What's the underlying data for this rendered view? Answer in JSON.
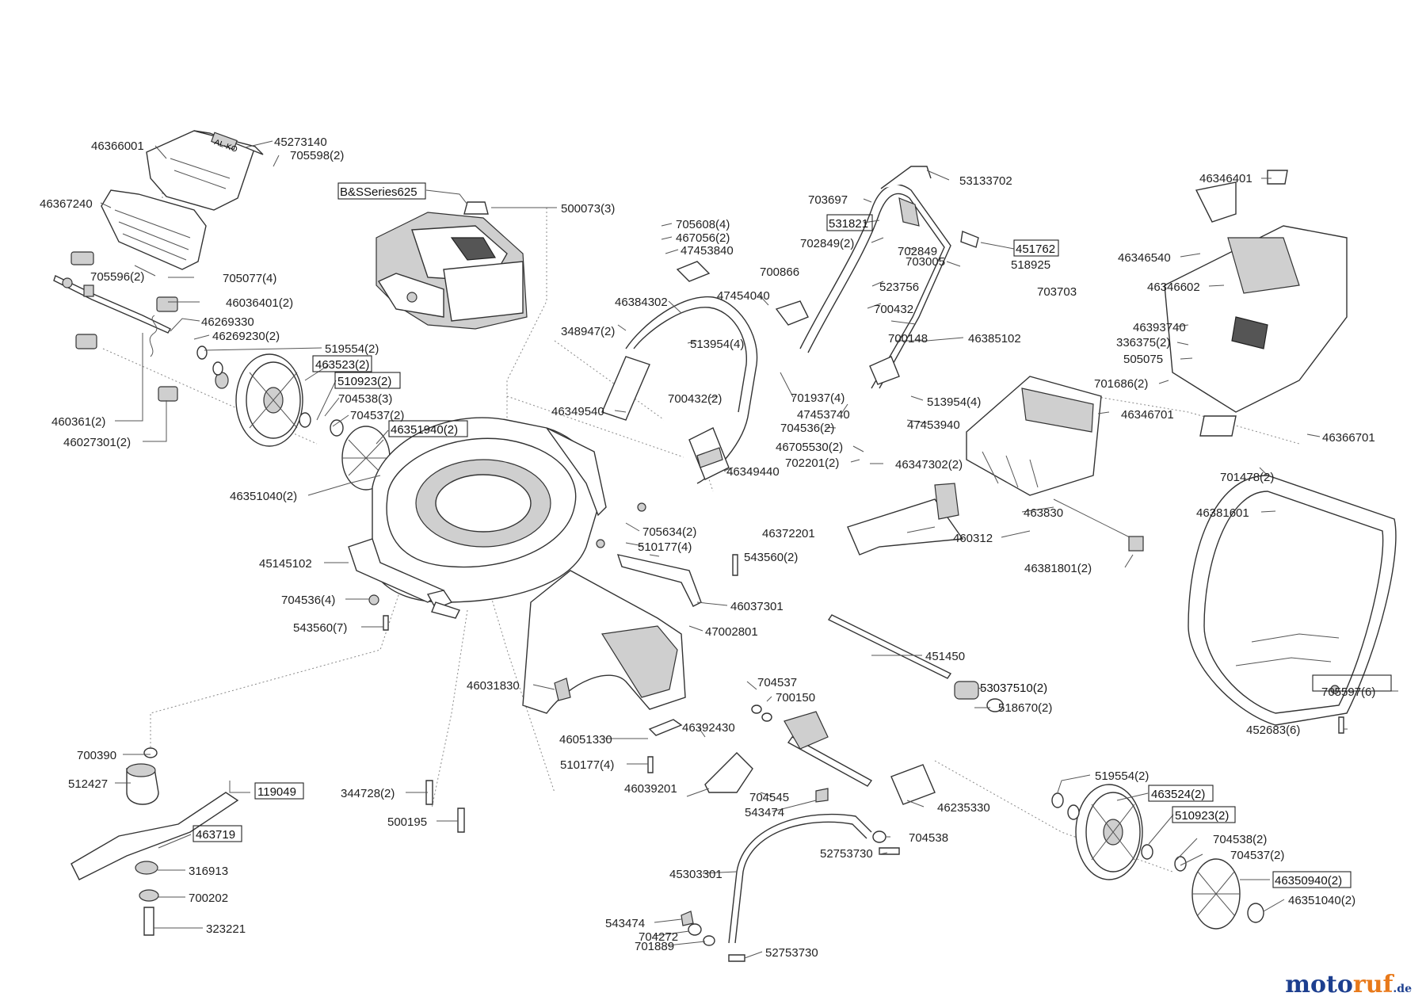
{
  "diagram": {
    "labels": [
      {
        "id": "l1",
        "text": "46366001"
      },
      {
        "id": "l2",
        "text": "45273140"
      },
      {
        "id": "l3",
        "text": "705598(2)"
      },
      {
        "id": "l4",
        "text": "46367240"
      },
      {
        "id": "l5",
        "text": "705596(2)"
      },
      {
        "id": "l6",
        "text": "705077(4)"
      },
      {
        "id": "l7",
        "text": "46036401(2)"
      },
      {
        "id": "l8",
        "text": "46269330"
      },
      {
        "id": "l9",
        "text": "46269230(2)"
      },
      {
        "id": "l10",
        "text": "519554(2)"
      },
      {
        "id": "l11",
        "text": "463523(2)"
      },
      {
        "id": "l12",
        "text": "510923(2)"
      },
      {
        "id": "l13",
        "text": "704538(3)"
      },
      {
        "id": "l14",
        "text": "704537(2)"
      },
      {
        "id": "l15",
        "text": "46351940(2)"
      },
      {
        "id": "l16",
        "text": "460361(2)"
      },
      {
        "id": "l17",
        "text": "46027301(2)"
      },
      {
        "id": "l18",
        "text": "46351040(2)"
      },
      {
        "id": "l19",
        "text": "45145102"
      },
      {
        "id": "l20",
        "text": "704536(4)"
      },
      {
        "id": "l21",
        "text": "543560(7)"
      },
      {
        "id": "l22",
        "text": "B&SSeries625"
      },
      {
        "id": "l23",
        "text": "500073(3)"
      },
      {
        "id": "l24",
        "text": "705608(4)"
      },
      {
        "id": "l25",
        "text": "467056(2)"
      },
      {
        "id": "l26",
        "text": "47453840"
      },
      {
        "id": "l27",
        "text": "46384302"
      },
      {
        "id": "l28",
        "text": "348947(2)"
      },
      {
        "id": "l29",
        "text": "513954(4)"
      },
      {
        "id": "l30",
        "text": "700432(2)"
      },
      {
        "id": "l31",
        "text": "46349540"
      },
      {
        "id": "l32",
        "text": "46349440"
      },
      {
        "id": "l33",
        "text": "47454040"
      },
      {
        "id": "l34",
        "text": "701937(4)"
      },
      {
        "id": "l35",
        "text": "47453740"
      },
      {
        "id": "l36",
        "text": "704536(2)"
      },
      {
        "id": "l37",
        "text": "46705530(2)"
      },
      {
        "id": "l38",
        "text": "702201(2)"
      },
      {
        "id": "l39",
        "text": "46347302(2)"
      },
      {
        "id": "l40",
        "text": "53133702"
      },
      {
        "id": "l41",
        "text": "703697"
      },
      {
        "id": "l42",
        "text": "531821"
      },
      {
        "id": "l43",
        "text": "702849(2)"
      },
      {
        "id": "l44",
        "text": "702849"
      },
      {
        "id": "l45",
        "text": "703005"
      },
      {
        "id": "l46",
        "text": "451762"
      },
      {
        "id": "l47",
        "text": "518925"
      },
      {
        "id": "l48",
        "text": "700866"
      },
      {
        "id": "l49",
        "text": "523756"
      },
      {
        "id": "l50",
        "text": "703703"
      },
      {
        "id": "l51",
        "text": "700432"
      },
      {
        "id": "l52",
        "text": "700148"
      },
      {
        "id": "l53",
        "text": "46385102"
      },
      {
        "id": "l54",
        "text": "513954(4)"
      },
      {
        "id": "l55",
        "text": "47453940"
      },
      {
        "id": "l56",
        "text": "46346701"
      },
      {
        "id": "l57",
        "text": "46346401"
      },
      {
        "id": "l58",
        "text": "46346540"
      },
      {
        "id": "l59",
        "text": "46346602"
      },
      {
        "id": "l60",
        "text": "46393740"
      },
      {
        "id": "l61",
        "text": "336375(2)"
      },
      {
        "id": "l62",
        "text": "505075"
      },
      {
        "id": "l63",
        "text": "701686(2)"
      },
      {
        "id": "l64",
        "text": "46366701"
      },
      {
        "id": "l65",
        "text": "701478(2)"
      },
      {
        "id": "l66",
        "text": "46381601"
      },
      {
        "id": "l67",
        "text": "46372201"
      },
      {
        "id": "l68",
        "text": "463830"
      },
      {
        "id": "l69",
        "text": "460312"
      },
      {
        "id": "l70",
        "text": "46381801(2)"
      },
      {
        "id": "l71",
        "text": "705634(2)"
      },
      {
        "id": "l72",
        "text": "510177(4)"
      },
      {
        "id": "l73",
        "text": "543560(2)"
      },
      {
        "id": "l74",
        "text": "46037301"
      },
      {
        "id": "l75",
        "text": "47002801"
      },
      {
        "id": "l76",
        "text": "451450"
      },
      {
        "id": "l77",
        "text": "53037510(2)"
      },
      {
        "id": "l78",
        "text": "518670(2)"
      },
      {
        "id": "l79",
        "text": "705597(6)"
      },
      {
        "id": "l80",
        "text": "452683(6)"
      },
      {
        "id": "l81",
        "text": "46031830"
      },
      {
        "id": "l82",
        "text": "46051330"
      },
      {
        "id": "l83",
        "text": "510177(4)"
      },
      {
        "id": "l84",
        "text": "46392430"
      },
      {
        "id": "l85",
        "text": "704537"
      },
      {
        "id": "l86",
        "text": "700150"
      },
      {
        "id": "l87",
        "text": "46039201"
      },
      {
        "id": "l88",
        "text": "704545"
      },
      {
        "id": "l89",
        "text": "543474"
      },
      {
        "id": "l90",
        "text": "46235330"
      },
      {
        "id": "l91",
        "text": "704538"
      },
      {
        "id": "l92",
        "text": "52753730"
      },
      {
        "id": "l93",
        "text": "45303301"
      },
      {
        "id": "l94",
        "text": "543474"
      },
      {
        "id": "l95",
        "text": "704272"
      },
      {
        "id": "l96",
        "text": "701889"
      },
      {
        "id": "l97",
        "text": "52753730"
      },
      {
        "id": "l98",
        "text": "700390"
      },
      {
        "id": "l99",
        "text": "512427"
      },
      {
        "id": "l100",
        "text": "119049"
      },
      {
        "id": "l101",
        "text": "463719"
      },
      {
        "id": "l102",
        "text": "316913"
      },
      {
        "id": "l103",
        "text": "700202"
      },
      {
        "id": "l104",
        "text": "323221"
      },
      {
        "id": "l105",
        "text": "344728(2)"
      },
      {
        "id": "l106",
        "text": "500195"
      },
      {
        "id": "l107",
        "text": "519554(2)"
      },
      {
        "id": "l108",
        "text": "463524(2)"
      },
      {
        "id": "l109",
        "text": "510923(2)"
      },
      {
        "id": "l110",
        "text": "704538(2)"
      },
      {
        "id": "l111",
        "text": "704537(2)"
      },
      {
        "id": "l112",
        "text": "46350940(2)"
      },
      {
        "id": "l113",
        "text": "46351040(2)"
      }
    ],
    "brand_logo": "AL-KO"
  },
  "watermark": {
    "part1": "moto",
    "part2": "ruf",
    "tld": ".de"
  }
}
